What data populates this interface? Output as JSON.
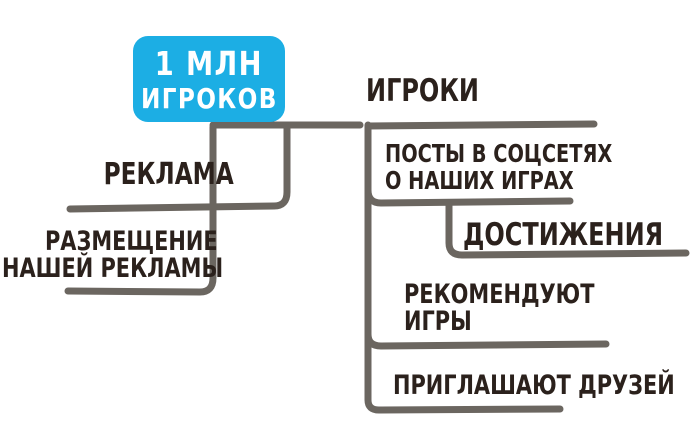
{
  "diagram": {
    "title_node": {
      "line1": "1 МЛН",
      "line2": "ИГРОКОВ",
      "fill_color": "#1caee4",
      "text_color": "#ffffff"
    },
    "line_color": "#6b6660",
    "text_color": "#2b211c",
    "branches": [
      {
        "id": "reklama",
        "label": "РЕКЛАМА"
      },
      {
        "id": "razmeshchenie",
        "label_line1": "РАЗМЕЩЕНИЕ",
        "label_line2": "НАШЕЙ РЕКЛАМЫ"
      },
      {
        "id": "igroki",
        "label": "ИГРОКИ"
      },
      {
        "id": "posty",
        "label_line1": "ПОСТЫ В СОЦСЕТЯХ",
        "label_line2": "О НАШИХ ИГРАХ"
      },
      {
        "id": "dostizheniya",
        "label": "ДОСТИЖЕНИЯ"
      },
      {
        "id": "rekomenduyut",
        "label_line1": "РЕКОМЕНДУЮТ",
        "label_line2": "ИГРЫ"
      },
      {
        "id": "priglashayut",
        "label": "ПРИГЛАШАЮТ ДРУЗЕЙ"
      }
    ]
  }
}
